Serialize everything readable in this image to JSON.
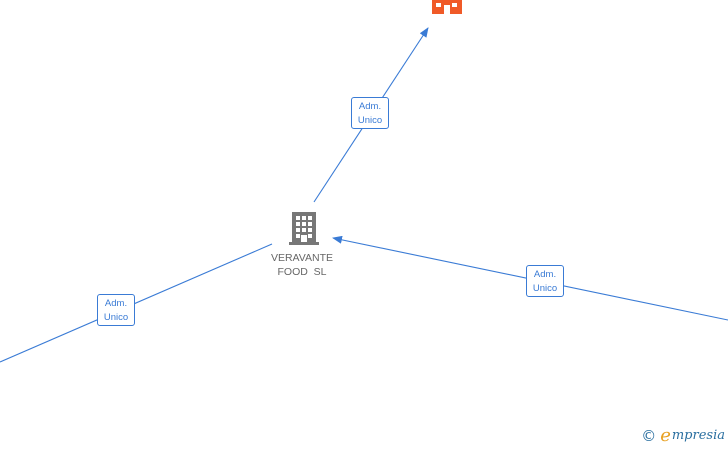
{
  "diagram": {
    "center_node": {
      "label_line1": "VERAVANTE",
      "label_line2": "FOOD  SL",
      "icon": "building-icon",
      "color": "#777777"
    },
    "top_node": {
      "icon": "building-icon",
      "color": "#f05a28"
    },
    "edges": [
      {
        "id": "top",
        "line1": "Adm.",
        "line2": "Unico"
      },
      {
        "id": "left",
        "line1": "Adm.",
        "line2": "Unico"
      },
      {
        "id": "right",
        "line1": "Adm.",
        "line2": "Unico"
      }
    ],
    "edge_color": "#3a7bd5"
  },
  "brand": {
    "copyright": "©",
    "e": "e",
    "rest": "mpresia"
  }
}
